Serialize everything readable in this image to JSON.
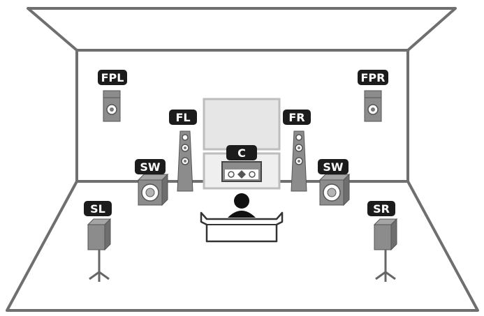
{
  "labels": {
    "fpl": "FPL",
    "fpr": "FPR",
    "fl": "FL",
    "fr": "FR",
    "c": "C",
    "sw_left": "SW",
    "sw_right": "SW",
    "sl": "SL",
    "sr": "SR"
  },
  "colors": {
    "line": "#6f6f6f",
    "speaker": "#8c8c8c",
    "speaker_dark": "#777777",
    "label_bg": "#1c1c1c",
    "screen": "#e6e6e6"
  }
}
